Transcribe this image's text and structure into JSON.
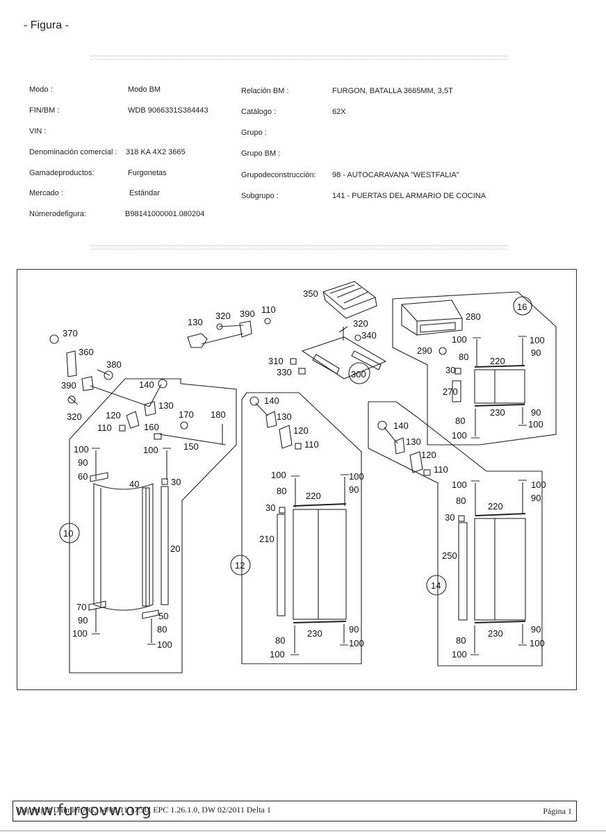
{
  "header": {
    "title": "- Figura -"
  },
  "meta_left": [
    {
      "label": "Modo :",
      "value": "Modo BM"
    },
    {
      "label": "FIN/BM :",
      "value": "WDB 9066331S384443"
    },
    {
      "label": "VIN :",
      "value": ""
    },
    {
      "label": "Denominación comercial :",
      "value": "318 KA   4X2   3665"
    },
    {
      "label": "Gamadeproductos:",
      "value": "Furgonetas"
    },
    {
      "label": "Mercado :",
      "value": "Estándar"
    },
    {
      "label": "Númerodefigura:",
      "value": "B98141000001.080204"
    }
  ],
  "meta_right": [
    {
      "label": "Relación BM :",
      "value": "FURGON, BATALLA 3665MM, 3,5T"
    },
    {
      "label": "Catálogo :",
      "value": "62X"
    },
    {
      "label": "Grupo :",
      "value": ""
    },
    {
      "label": "Grupo BM :",
      "value": ""
    },
    {
      "label": "Grupodeconstrucción:",
      "value": "98 - AUTOCARAVANA \"WESTFALIA\""
    },
    {
      "label": "Subgrupo :",
      "value": "141 - PUERTAS DEL ARMARIO DE COCINA"
    }
  ],
  "callouts": [
    "350",
    "280",
    "16",
    "130",
    "320",
    "390",
    "110",
    "320",
    "340",
    "370",
    "360",
    "380",
    "390",
    "320",
    "310",
    "330",
    "300",
    "100",
    "100",
    "290",
    "80",
    "220",
    "90",
    "30",
    "270",
    "80",
    "230",
    "90",
    "100",
    "100",
    "140",
    "130",
    "120",
    "110",
    "170",
    "180",
    "160",
    "150",
    "100",
    "90",
    "60",
    "100",
    "40",
    "30",
    "10",
    "20",
    "70",
    "90",
    "100",
    "50",
    "80",
    "100",
    "140",
    "130",
    "120",
    "110",
    "100",
    "100",
    "80",
    "220",
    "90",
    "30",
    "210",
    "12",
    "80",
    "230",
    "90",
    "100",
    "100",
    "140",
    "130",
    "120",
    "110",
    "100",
    "100",
    "80",
    "220",
    "90",
    "30",
    "250",
    "14",
    "80",
    "230",
    "90",
    "100",
    "100"
  ],
  "footer": {
    "copyright": "Copyright Daimler AG, 14/03/11 17:50, EPC 1.26.1.0, DW 02/2011 Delta 1",
    "page": "Página 1",
    "watermark": "www.furgovw.org"
  }
}
